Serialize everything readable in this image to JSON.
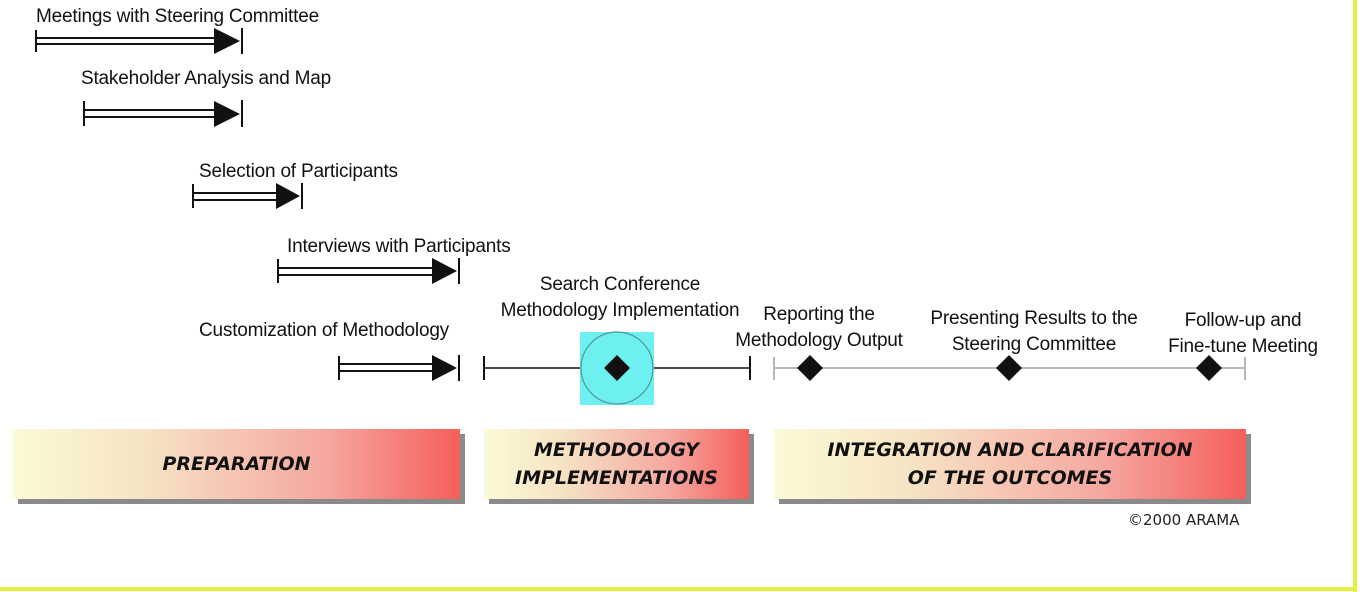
{
  "activities": [
    {
      "label": "Meetings with Steering Committee"
    },
    {
      "label": "Stakeholder Analysis and Map"
    },
    {
      "label": "Selection of Participants"
    },
    {
      "label": "Interviews with Participants"
    },
    {
      "label": "Customization of Methodology"
    }
  ],
  "search_conference": {
    "line1": "Search Conference",
    "line2": "Methodology Implementation"
  },
  "milestones": [
    {
      "line1": "Reporting the",
      "line2": "Methodology Output"
    },
    {
      "line1": "Presenting Results to the",
      "line2": "Steering Committee"
    },
    {
      "line1": "Follow-up and",
      "line2": "Fine-tune Meeting"
    }
  ],
  "phases": [
    {
      "line1": "PREPARATION"
    },
    {
      "line1": "METHODOLOGY",
      "line2": "IMPLEMENTATIONS"
    },
    {
      "line1": "INTEGRATION AND CLARIFICATION",
      "line2": "OF THE OUTCOMES"
    }
  ],
  "copyright": "©2000 ARAMA",
  "colors": {
    "frame": "#e6f040",
    "highlight": "#6ef0f0",
    "phase_gradient_start": "#fbfbd6",
    "phase_gradient_end": "#f55f5a"
  }
}
